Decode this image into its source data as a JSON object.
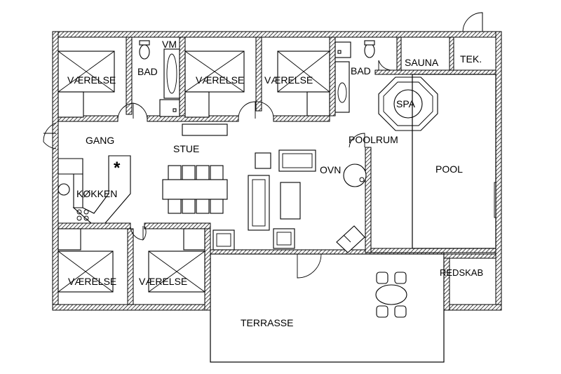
{
  "rooms": {
    "vaerelse_1": "VÆRELSE",
    "bad_1": "BAD",
    "vm": "VM",
    "vaerelse_2": "VÆRELSE",
    "vaerelse_3": "VÆRELSE",
    "bad_2": "BAD",
    "sauna": "SAUNA",
    "tek": "TEK.",
    "spa": "SPA",
    "gang": "GANG",
    "stue": "STUE",
    "poolrum": "POOLRUM",
    "ovn": "OVN",
    "pool": "POOL",
    "koekken": "KØKKEN",
    "kitchen_star": "*",
    "vaerelse_4": "VÆRELSE",
    "vaerelse_5": "VÆRELSE",
    "redskab": "REDSKAB",
    "terrasse": "TERRASSE"
  }
}
